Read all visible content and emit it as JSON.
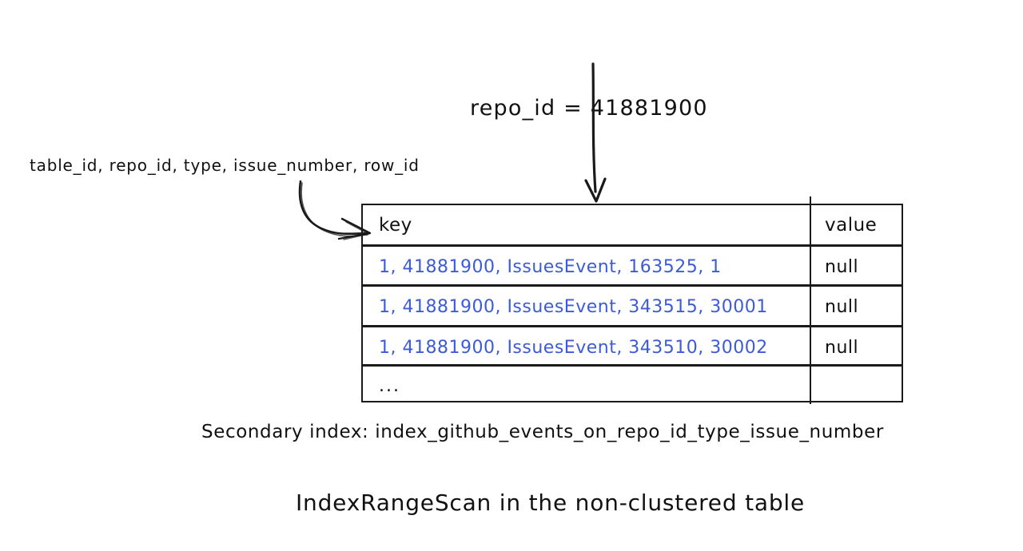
{
  "diagram": {
    "condition_label": "repo_id = 41881900",
    "columns_label": "table_id, repo_id, type, issue_number, row_id",
    "caption_index": "Secondary index: index_github_events_on_repo_id_type_issue_number",
    "caption_main": "IndexRangeScan in the non-clustered table",
    "ink_color": "#1a1a1a",
    "key_text_color": "#3d5bd6",
    "background_color": "#ffffff"
  },
  "table": {
    "headers": {
      "key": "key",
      "value": "value"
    },
    "rows": [
      {
        "key": "1, 41881900, IssuesEvent, 163525, 1",
        "value": "null"
      },
      {
        "key": "1, 41881900, IssuesEvent, 343515, 30001",
        "value": "null"
      },
      {
        "key": "1, 41881900, IssuesEvent, 343510, 30002",
        "value": "null"
      },
      {
        "key": "...",
        "value": ""
      }
    ]
  }
}
